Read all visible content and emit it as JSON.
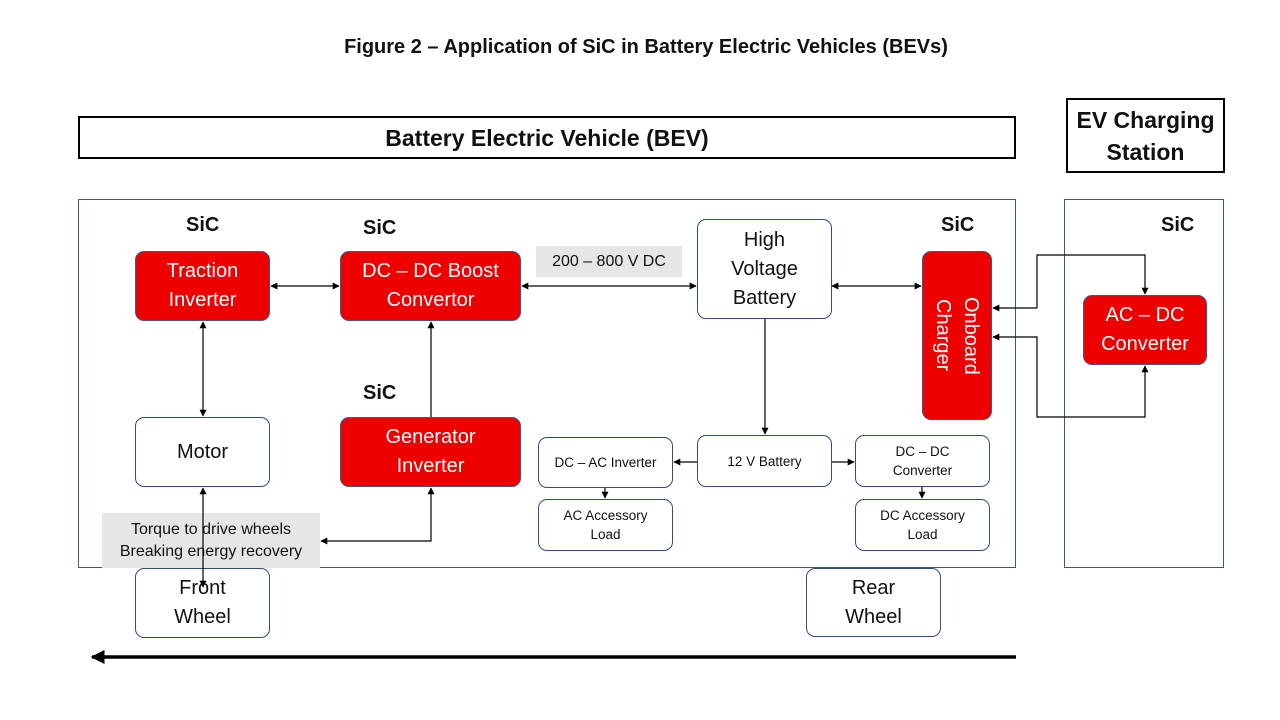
{
  "figure_title": "Figure 2 – Application of SiC in Battery Electric Vehicles (BEVs)",
  "bev_header": "Battery Electric Vehicle (BEV)",
  "station_header": "EV Charging Station",
  "sic_label": "SiC",
  "voltage_label": "200 – 800 V DC",
  "torque_label": "Torque to drive wheels\nBreaking energy recovery",
  "blocks": {
    "traction_inverter": "Traction Inverter",
    "dc_dc_boost": "DC – DC Boost Convertor",
    "high_voltage_battery": "High Voltage Battery",
    "onboard_charger": "Onboard Charger",
    "motor": "Motor",
    "generator_inverter": "Generator Inverter",
    "dc_ac_inverter": "DC – AC Inverter",
    "twelve_v_battery": "12 V Battery",
    "dc_dc_converter": "DC – DC Converter",
    "ac_accessory_load": "AC Accessory Load",
    "dc_accessory_load": "DC Accessory Load",
    "front_wheel": "Front Wheel",
    "rear_wheel": "Rear Wheel",
    "ac_dc_converter": "AC – DC Converter"
  },
  "colors": {
    "sic_block": "#ee0000",
    "border": "#2f4f7a",
    "label_background": "#e6e6e6"
  }
}
